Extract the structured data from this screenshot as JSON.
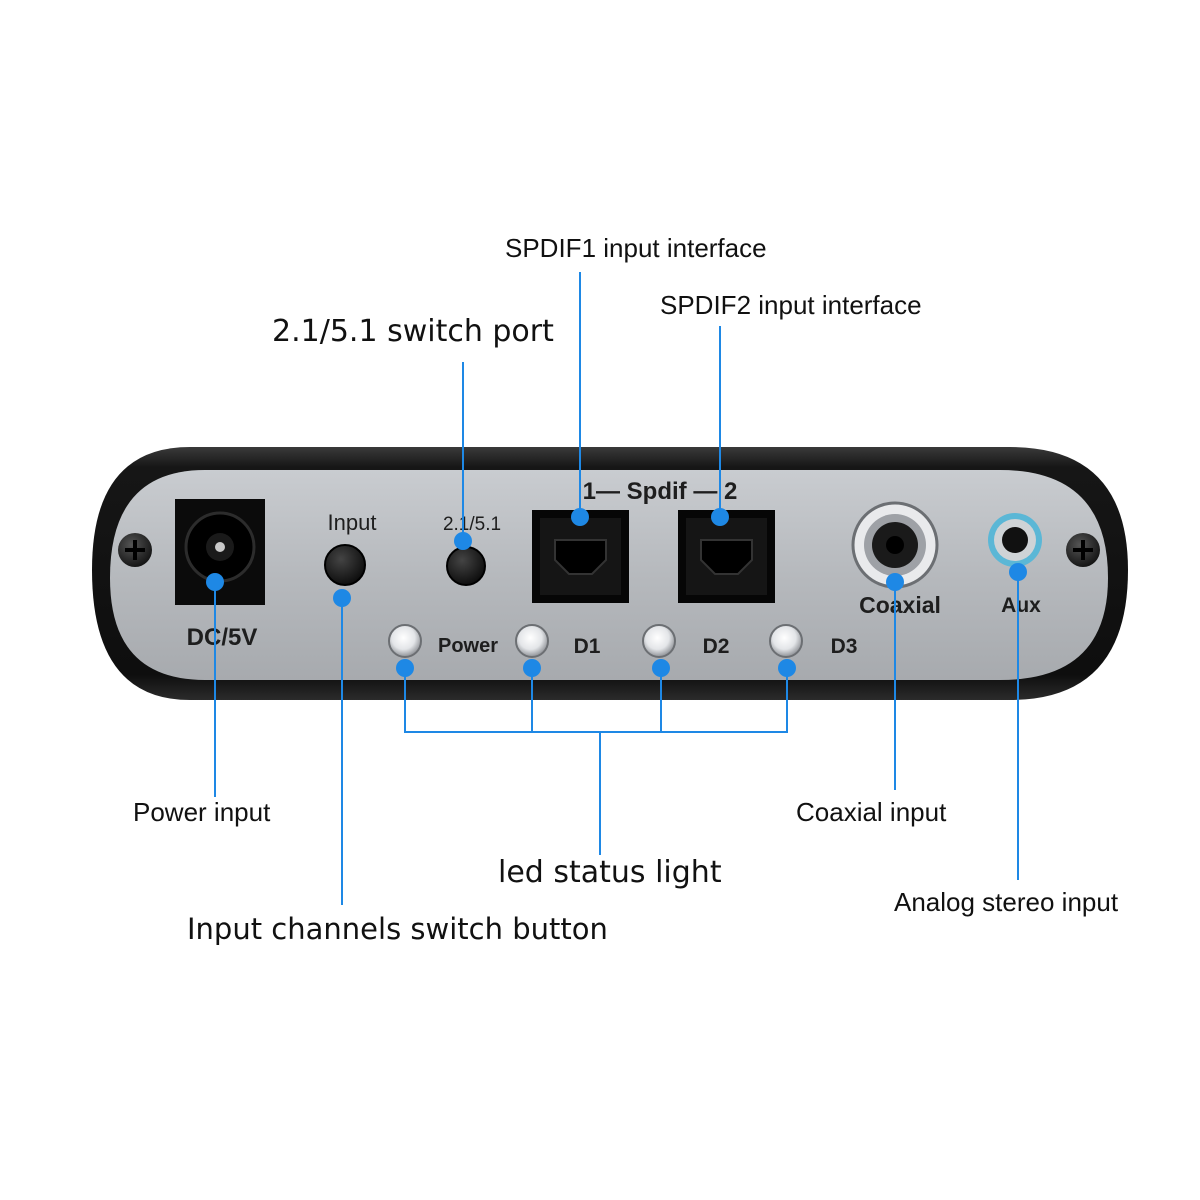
{
  "device": {
    "label_dc": "DC/5V",
    "label_input": "Input",
    "label_switch": "2.1/5.1",
    "label_spdif": "1— Spdif — 2",
    "label_coaxial": "Coaxial",
    "label_aux": "Aux",
    "label_power": "Power",
    "label_d1": "D1",
    "label_d2": "D2",
    "label_d3": "D3"
  },
  "callouts": {
    "spdif1": "SPDIF1 input interface",
    "spdif2": "SPDIF2 input interface",
    "switch_port": "2.1/5.1 switch port",
    "power_input": "Power input",
    "coaxial_input": "Coaxial input",
    "led_status": "led status light",
    "input_switch": "Input channels switch button",
    "analog_input": "Analog stereo input"
  },
  "colors": {
    "accent": "#1e88e5",
    "panel": "#b9bcc1",
    "shell": "#141414"
  }
}
